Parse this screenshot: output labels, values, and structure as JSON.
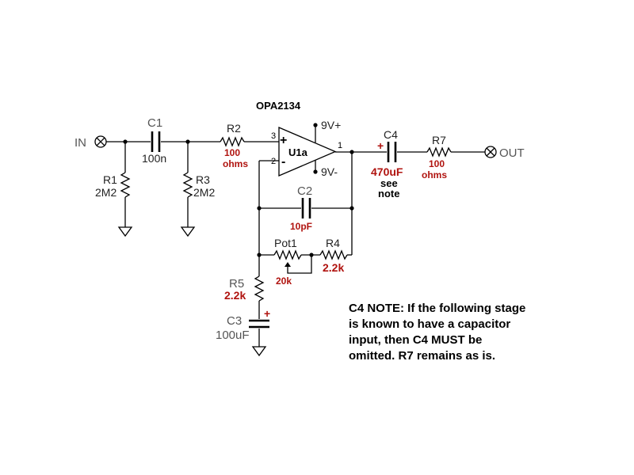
{
  "ports": {
    "in": "IN",
    "out": "OUT"
  },
  "opamp": {
    "part": "OPA2134",
    "ref": "U1a",
    "vpos": "9V+",
    "vneg": "9V-",
    "pin_in_plus": "3",
    "pin_in_minus": "2",
    "pin_out": "1",
    "sign_plus": "+",
    "sign_minus": "-"
  },
  "components": {
    "c1": {
      "ref": "C1",
      "value": "100n"
    },
    "r1": {
      "ref": "R1",
      "value": "2M2"
    },
    "r3": {
      "ref": "R3",
      "value": "2M2"
    },
    "r2": {
      "ref": "R2",
      "value_line1": "100",
      "value_line2": "ohms"
    },
    "c2": {
      "ref": "C2",
      "value": "10pF"
    },
    "pot1": {
      "ref": "Pot1",
      "value": "20k"
    },
    "r4": {
      "ref": "R4",
      "value": "2.2k"
    },
    "r5": {
      "ref": "R5",
      "value": "2.2k"
    },
    "c3": {
      "ref": "C3",
      "value": "100uF",
      "polarity": "+"
    },
    "c4": {
      "ref": "C4",
      "value": "470uF",
      "note_line1": "see",
      "note_line2": "note",
      "polarity": "+"
    },
    "r7": {
      "ref": "R7",
      "value_line1": "100",
      "value_line2": "ohms"
    }
  },
  "note": {
    "lines": [
      "C4 NOTE: If the following stage",
      "is known to have a capacitor",
      "input, then C4 MUST be",
      "omitted. R7 remains as is."
    ]
  }
}
